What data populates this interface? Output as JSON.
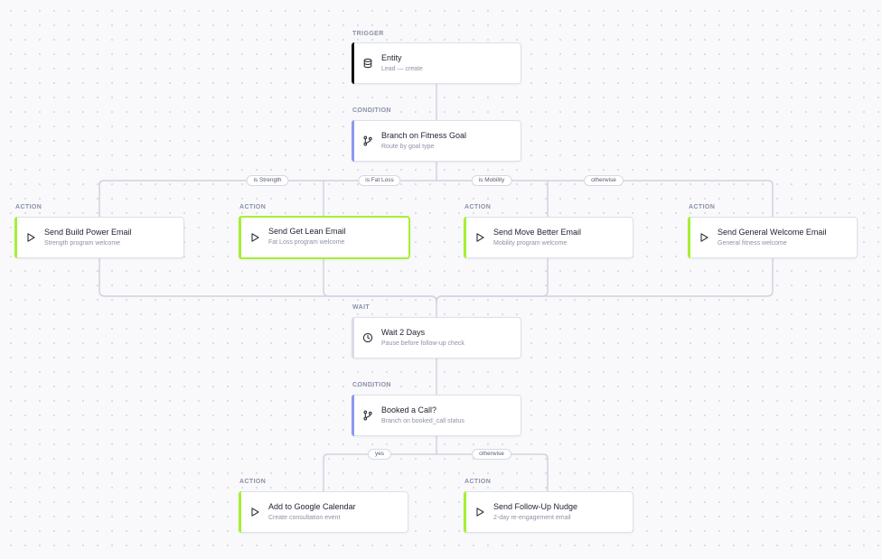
{
  "colors": {
    "trigger_accent": "#111111",
    "condition_accent": "#8c99f0",
    "action_accent": "#a6f033",
    "wait_accent": "#d9dce6",
    "edge": "#cfd3e0"
  },
  "nodes": {
    "trigger_entity": {
      "kind": "TRIGGER",
      "title": "Entity",
      "subtitle": "Lead — create",
      "icon": "database-icon"
    },
    "condition_fitness": {
      "kind": "CONDITION",
      "title": "Branch on Fitness Goal",
      "subtitle": "Route by goal type",
      "icon": "branch-icon"
    },
    "action_power": {
      "kind": "ACTION",
      "title": "Send Build Power Email",
      "subtitle": "Strength program welcome",
      "icon": "play-icon"
    },
    "action_lean": {
      "kind": "ACTION",
      "title": "Send Get Lean Email",
      "subtitle": "Fat Loss program welcome",
      "icon": "play-icon"
    },
    "action_move": {
      "kind": "ACTION",
      "title": "Send Move Better Email",
      "subtitle": "Mobility program welcome",
      "icon": "play-icon"
    },
    "action_general": {
      "kind": "ACTION",
      "title": "Send General Welcome Email",
      "subtitle": "General fitness welcome",
      "icon": "play-icon"
    },
    "wait_2days": {
      "kind": "WAIT",
      "title": "Wait 2 Days",
      "subtitle": "Pause before follow-up check",
      "icon": "clock-icon"
    },
    "condition_call": {
      "kind": "CONDITION",
      "title": "Booked a Call?",
      "subtitle": "Branch on booked_call status",
      "icon": "branch-icon"
    },
    "action_calendar": {
      "kind": "ACTION",
      "title": "Add to Google Calendar",
      "subtitle": "Create consultation event",
      "icon": "play-icon"
    },
    "action_nudge": {
      "kind": "ACTION",
      "title": "Send Follow-Up Nudge",
      "subtitle": "2-day re-engagement email",
      "icon": "play-icon"
    }
  },
  "branches": {
    "strength": "is Strength",
    "fat_loss": "is Fat Loss",
    "mobility": "is Mobility",
    "otherwise_goal": "otherwise",
    "yes": "yes",
    "otherwise_call": "otherwise"
  }
}
